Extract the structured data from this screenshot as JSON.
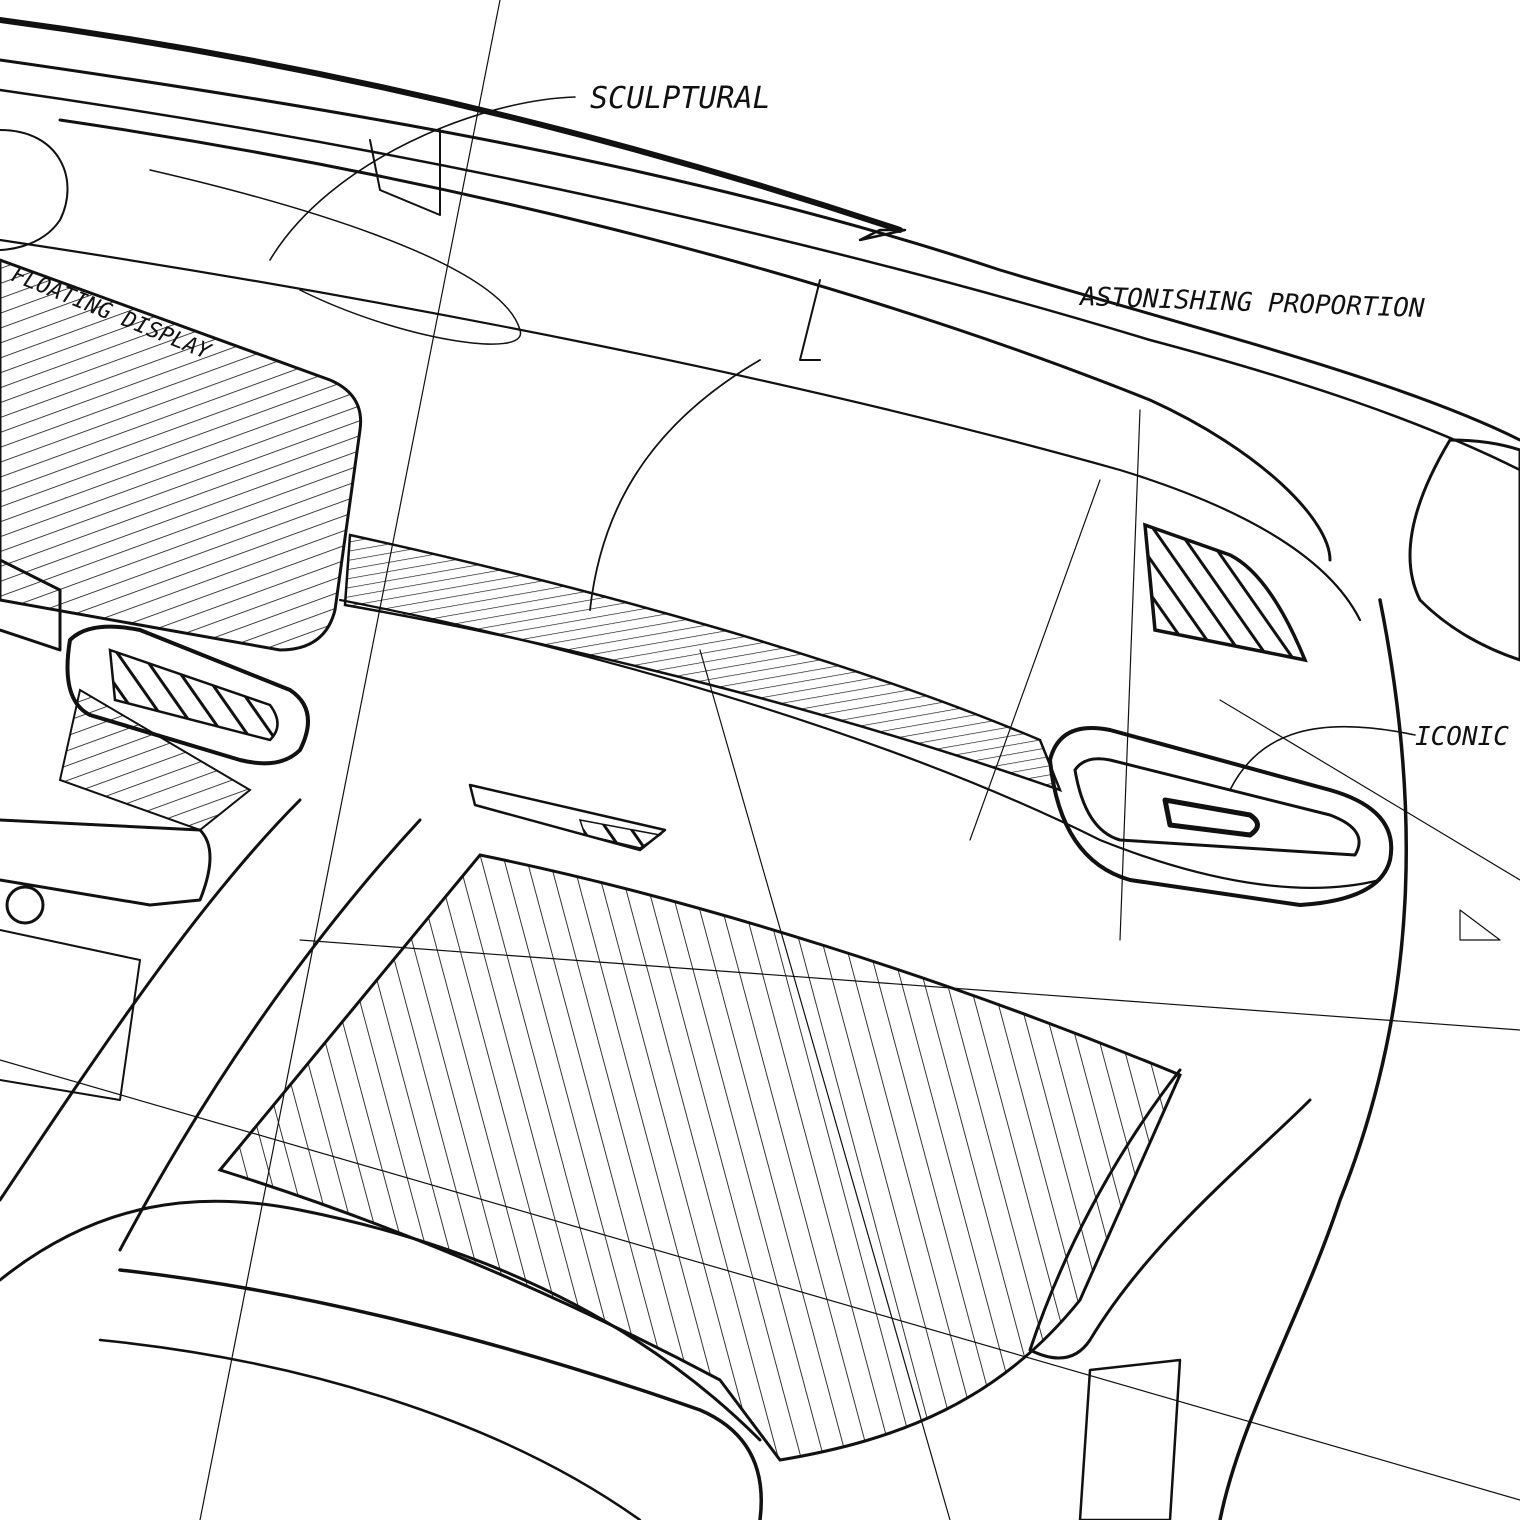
{
  "sketch": {
    "annotations": {
      "sculptural": "SCULPTURAL",
      "astonishing": "ASTONISHING PROPORTION",
      "floating": "FLOATING DISPLAY",
      "iconic": "ICONIC"
    },
    "colors": {
      "paper": "#ffffff",
      "ink": "#111111"
    }
  }
}
